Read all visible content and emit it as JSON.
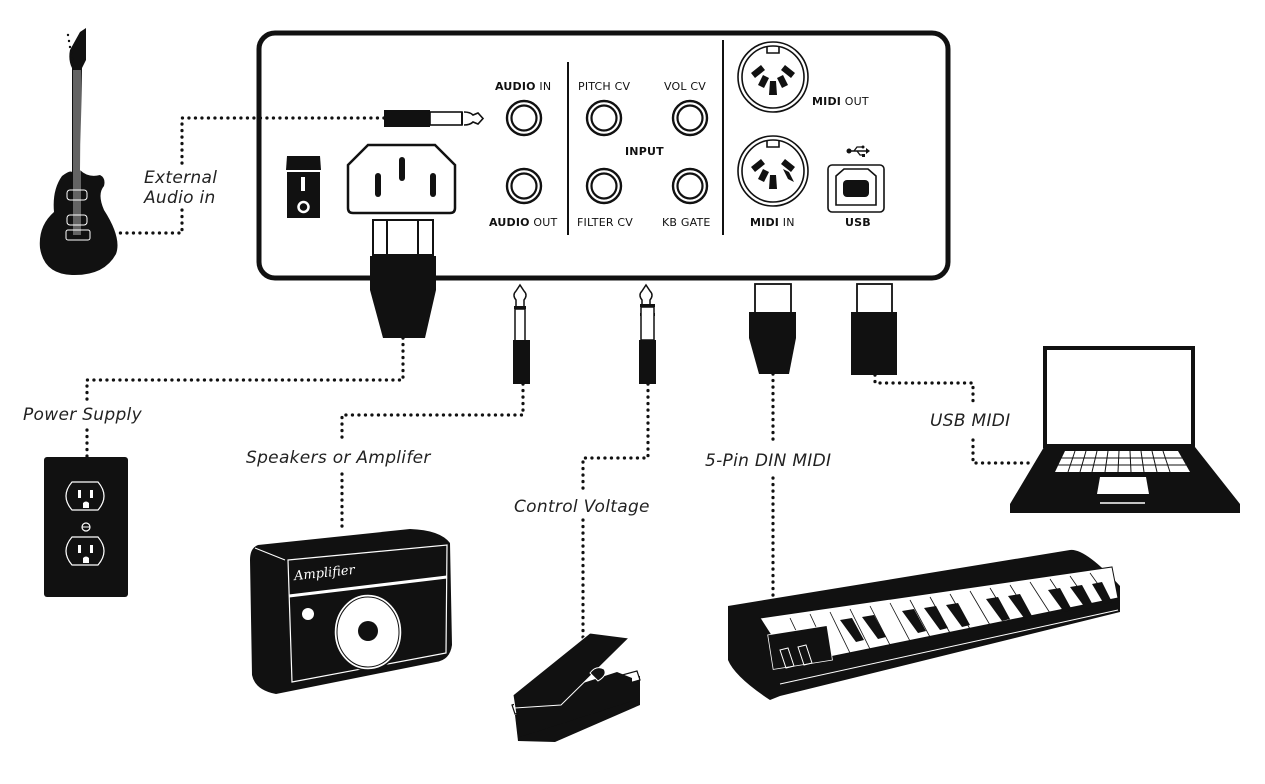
{
  "diagram": {
    "type": "connection-diagram",
    "device_panel": {
      "jacks": {
        "audio_in": {
          "bold": "AUDIO",
          "rest": " IN"
        },
        "audio_out": {
          "bold": "AUDIO",
          "rest": " OUT"
        },
        "pitch_cv": "PITCH CV",
        "vol_cv": "VOL CV",
        "input_group": "INPUT",
        "filter_cv": "FILTER CV",
        "kb_gate": "KB GATE",
        "midi_out": {
          "bold": "MIDI",
          "rest": " OUT"
        },
        "midi_in": {
          "bold": "MIDI",
          "rest": " IN"
        },
        "usb": "USB"
      },
      "power_switch_symbols": [
        "I",
        "O"
      ]
    },
    "connections": [
      {
        "label_line1": "External",
        "label_line2": "Audio in",
        "device": "Electric Guitar"
      },
      {
        "label": "Power Supply",
        "device": "Wall Outlet"
      },
      {
        "label": "Speakers or Amplifer",
        "device": "Amplifier"
      },
      {
        "label": "Control Voltage",
        "device": "Expression Pedal"
      },
      {
        "label": "5-Pin DIN MIDI",
        "device": "MIDI Keyboard"
      },
      {
        "label": "USB MIDI",
        "device": "Laptop"
      }
    ],
    "amplifier_brand": "Amplifier"
  }
}
